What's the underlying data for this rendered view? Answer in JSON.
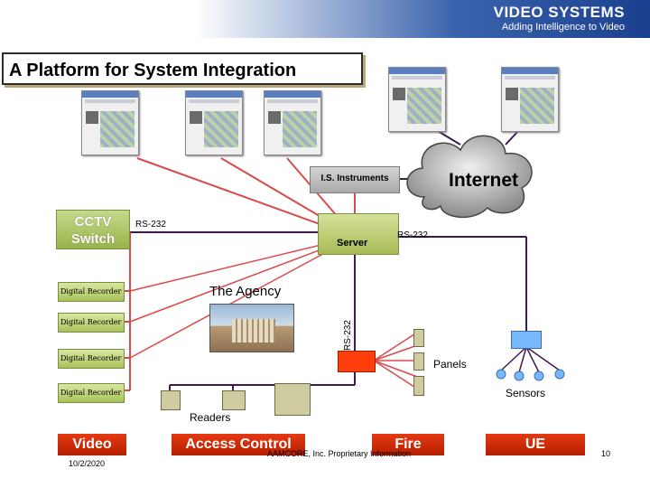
{
  "header": {
    "brand_title": "VIDEO SYSTEMS",
    "brand_tagline": "Adding Intelligence to Video"
  },
  "slide": {
    "title": "A Platform for System Integration"
  },
  "diagram": {
    "internet": "Internet",
    "is_instruments": "I.S. Instruments",
    "server": "Server",
    "cctv_switch_line1": "CCTV",
    "cctv_switch_line2": "Switch",
    "rs232_left": "RS-232",
    "rs232_right": "RS-232",
    "rs232_vertical": "RS-232",
    "agency": "The Agency",
    "recorders": [
      "Digital Recorder",
      "Digital Recorder",
      "Digital Recorder",
      "Digital Recorder"
    ],
    "panels": "Panels",
    "sensors": "Sensors",
    "readers": "Readers"
  },
  "footer": {
    "video": "Video",
    "access_control": "Access Control",
    "fire": "Fire",
    "ue": "UE",
    "date": "10/2/2020",
    "copyright": "AAMCORE, Inc. Proprietary Information",
    "page_number": "10"
  },
  "colors": {
    "accent_red": "#e53a13",
    "link_red": "#d94a4a",
    "header_blue": "#1b3f8f",
    "line_purple": "#3e1a4f"
  }
}
